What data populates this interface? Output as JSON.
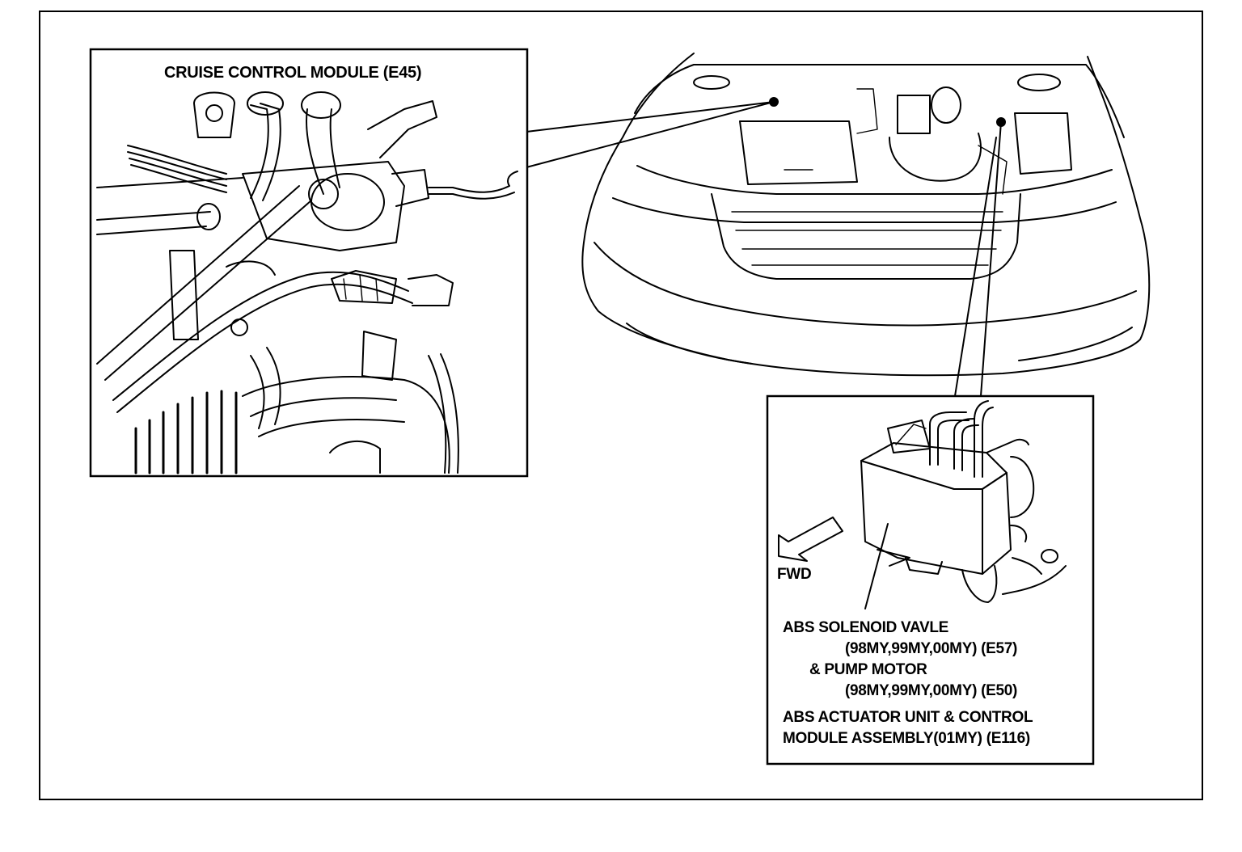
{
  "callouts": {
    "cruise_control_module": "CRUISE CONTROL MODULE (E45)",
    "fwd": "FWD",
    "abs_line1": "ABS SOLENOID VAVLE",
    "abs_line2": "(98MY,99MY,00MY) (E57)",
    "abs_line3": "& PUMP MOTOR",
    "abs_line4": "(98MY,99MY,00MY) (E50)",
    "abs_line5": "ABS ACTUATOR UNIT & CONTROL",
    "abs_line6": "MODULE ASSEMBLY(01MY) (E116)"
  },
  "colors": {
    "ink": "#000000",
    "paper": "#ffffff"
  }
}
